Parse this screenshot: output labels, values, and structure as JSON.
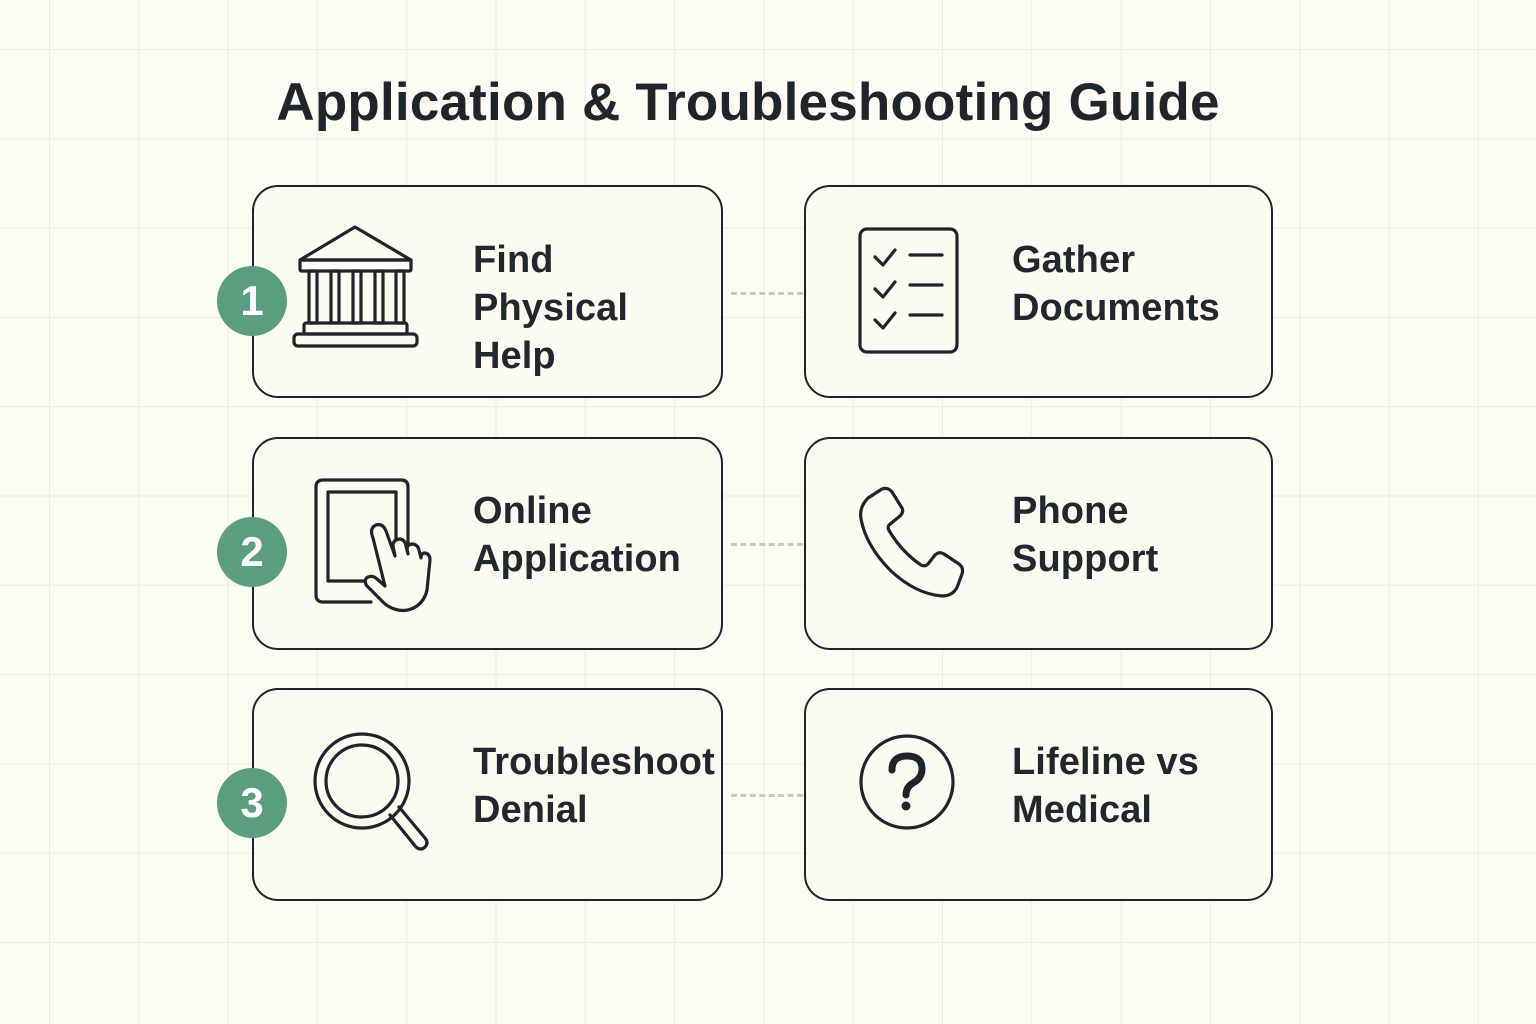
{
  "title": "Application & Troubleshooting Guide",
  "colors": {
    "background": "#fcfbf4",
    "grid": "#ecebe4",
    "card_border": "#1f232a",
    "text": "#20242b",
    "badge": "#5c9d80",
    "badge_text": "#ffffff",
    "connector": "#c9c8c2"
  },
  "steps": [
    {
      "number": "1",
      "left": {
        "label": "Find\nPhysical\nHelp",
        "icon": "building-icon"
      },
      "right": {
        "label": "Gather\nDocuments",
        "icon": "checklist-icon"
      }
    },
    {
      "number": "2",
      "left": {
        "label": "Online\nApplication",
        "icon": "tablet-touch-icon"
      },
      "right": {
        "label": "Phone\nSupport",
        "icon": "phone-icon"
      }
    },
    {
      "number": "3",
      "left": {
        "label": "Troubleshoot\nDenial",
        "icon": "magnifier-icon"
      },
      "right": {
        "label": "Lifeline vs\nMedical",
        "icon": "question-circle-icon"
      }
    }
  ]
}
